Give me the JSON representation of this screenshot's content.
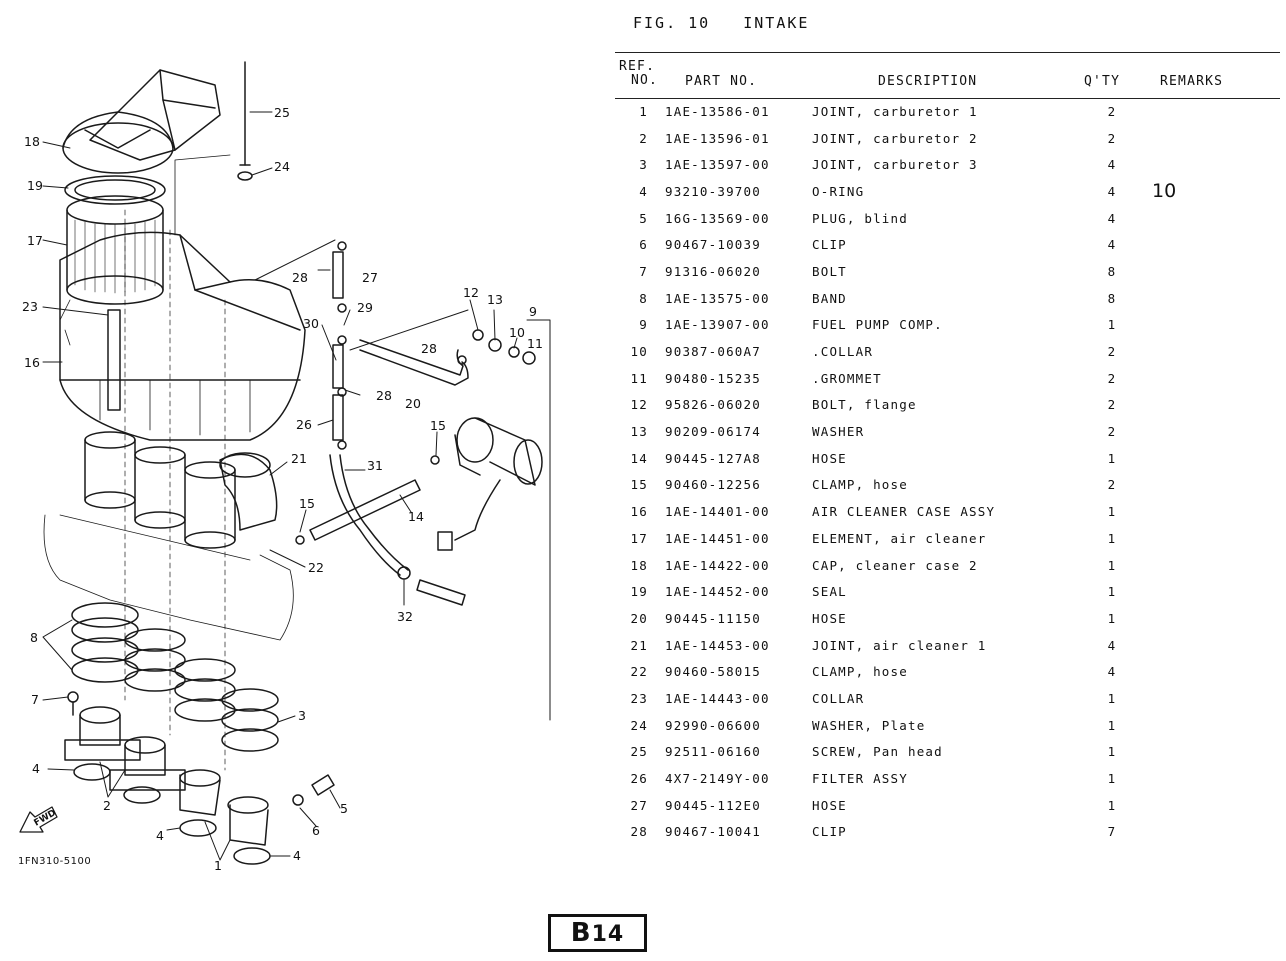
{
  "figure": {
    "fig_label": "FIG. 10",
    "fig_title": "INTAKE"
  },
  "headers": {
    "ref_line1": "REF.",
    "ref_line2": "NO.",
    "part_no": "PART NO.",
    "description": "DESCRIPTION",
    "qty": "Q'TY",
    "remarks": "REMARKS"
  },
  "rows": [
    {
      "ref": "1",
      "part": "1AE-13586-01",
      "desc": "JOINT, carburetor 1",
      "qty": "2",
      "remarks": ""
    },
    {
      "ref": "2",
      "part": "1AE-13596-01",
      "desc": "JOINT, carburetor 2",
      "qty": "2",
      "remarks": ""
    },
    {
      "ref": "3",
      "part": "1AE-13597-00",
      "desc": "JOINT, carburetor 3",
      "qty": "4",
      "remarks": ""
    },
    {
      "ref": "4",
      "part": "93210-39700",
      "desc": "O-RING",
      "qty": "4",
      "remarks": "10"
    },
    {
      "ref": "5",
      "part": "16G-13569-00",
      "desc": "PLUG, blind",
      "qty": "4",
      "remarks": ""
    },
    {
      "ref": "6",
      "part": "90467-10039",
      "desc": "CLIP",
      "qty": "4",
      "remarks": ""
    },
    {
      "ref": "7",
      "part": "91316-06020",
      "desc": "BOLT",
      "qty": "8",
      "remarks": ""
    },
    {
      "ref": "8",
      "part": "1AE-13575-00",
      "desc": "BAND",
      "qty": "8",
      "remarks": ""
    },
    {
      "ref": "9",
      "part": "1AE-13907-00",
      "desc": "FUEL PUMP COMP.",
      "qty": "1",
      "remarks": ""
    },
    {
      "ref": "10",
      "part": "90387-060A7",
      "desc": ".COLLAR",
      "qty": "2",
      "remarks": ""
    },
    {
      "ref": "11",
      "part": "90480-15235",
      "desc": ".GROMMET",
      "qty": "2",
      "remarks": ""
    },
    {
      "ref": "12",
      "part": "95826-06020",
      "desc": "BOLT, flange",
      "qty": "2",
      "remarks": ""
    },
    {
      "ref": "13",
      "part": "90209-06174",
      "desc": "WASHER",
      "qty": "2",
      "remarks": ""
    },
    {
      "ref": "14",
      "part": "90445-127A8",
      "desc": "HOSE",
      "qty": "1",
      "remarks": ""
    },
    {
      "ref": "15",
      "part": "90460-12256",
      "desc": "CLAMP, hose",
      "qty": "2",
      "remarks": ""
    },
    {
      "ref": "16",
      "part": "1AE-14401-00",
      "desc": "AIR CLEANER CASE ASSY",
      "qty": "1",
      "remarks": ""
    },
    {
      "ref": "17",
      "part": "1AE-14451-00",
      "desc": "ELEMENT, air cleaner",
      "qty": "1",
      "remarks": ""
    },
    {
      "ref": "18",
      "part": "1AE-14422-00",
      "desc": "CAP, cleaner case 2",
      "qty": "1",
      "remarks": ""
    },
    {
      "ref": "19",
      "part": "1AE-14452-00",
      "desc": "SEAL",
      "qty": "1",
      "remarks": ""
    },
    {
      "ref": "20",
      "part": "90445-11150",
      "desc": "HOSE",
      "qty": "1",
      "remarks": ""
    },
    {
      "ref": "21",
      "part": "1AE-14453-00",
      "desc": "JOINT, air cleaner 1",
      "qty": "4",
      "remarks": ""
    },
    {
      "ref": "22",
      "part": "90460-58015",
      "desc": "CLAMP, hose",
      "qty": "4",
      "remarks": ""
    },
    {
      "ref": "23",
      "part": "1AE-14443-00",
      "desc": "COLLAR",
      "qty": "1",
      "remarks": ""
    },
    {
      "ref": "24",
      "part": "92990-06600",
      "desc": "WASHER, Plate",
      "qty": "1",
      "remarks": ""
    },
    {
      "ref": "25",
      "part": "92511-06160",
      "desc": "SCREW, Pan head",
      "qty": "1",
      "remarks": ""
    },
    {
      "ref": "26",
      "part": "4X7-2149Y-00",
      "desc": "FILTER ASSY",
      "qty": "1",
      "remarks": ""
    },
    {
      "ref": "27",
      "part": "90445-112E0",
      "desc": "HOSE",
      "qty": "1",
      "remarks": ""
    },
    {
      "ref": "28",
      "part": "90467-10041",
      "desc": "CLIP",
      "qty": "7",
      "remarks": ""
    }
  ],
  "diagram": {
    "callouts": [
      "25",
      "24",
      "18",
      "19",
      "17",
      "23",
      "16",
      "28",
      "27",
      "29",
      "30",
      "28",
      "12",
      "13",
      "10",
      "11",
      "9",
      "28",
      "20",
      "26",
      "15",
      "31",
      "21",
      "15",
      "14",
      "22",
      "32",
      "8",
      "7",
      "3",
      "4",
      "2",
      "5",
      "4",
      "6",
      "1",
      "4"
    ],
    "fwd_label": "FWD",
    "reference_code": "1FN310-5100"
  },
  "page_number": {
    "letter": "B",
    "number": "14"
  }
}
